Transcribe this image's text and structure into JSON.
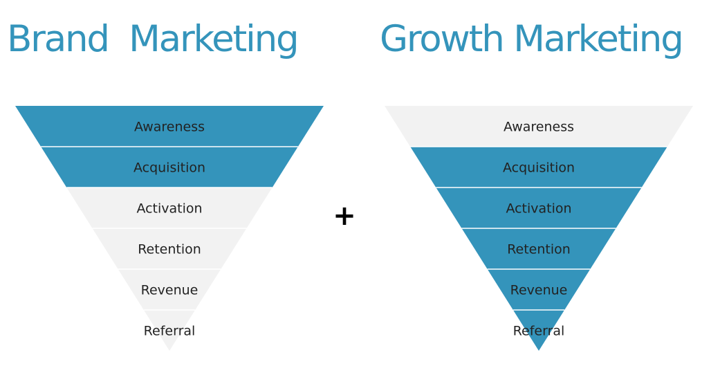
{
  "funnels": [
    {
      "id": "brand",
      "title": "Brand  Marketing",
      "stages": [
        {
          "label": "Awareness",
          "highlighted": true
        },
        {
          "label": "Acquisition",
          "highlighted": true
        },
        {
          "label": "Activation",
          "highlighted": false
        },
        {
          "label": "Retention",
          "highlighted": false
        },
        {
          "label": "Revenue",
          "highlighted": false
        },
        {
          "label": "Referral",
          "highlighted": false
        }
      ]
    },
    {
      "id": "growth",
      "title": "Growth Marketing",
      "stages": [
        {
          "label": "Awareness",
          "highlighted": false
        },
        {
          "label": "Acquisition",
          "highlighted": true
        },
        {
          "label": "Activation",
          "highlighted": true
        },
        {
          "label": "Retention",
          "highlighted": true
        },
        {
          "label": "Revenue",
          "highlighted": true
        },
        {
          "label": "Referral",
          "highlighted": true
        }
      ]
    }
  ],
  "operator": "+",
  "colors": {
    "title": "#3494bb",
    "highlight": "#3494bb",
    "muted": "#f2f2f2",
    "separator": "#ffffff",
    "text": "#222222"
  }
}
